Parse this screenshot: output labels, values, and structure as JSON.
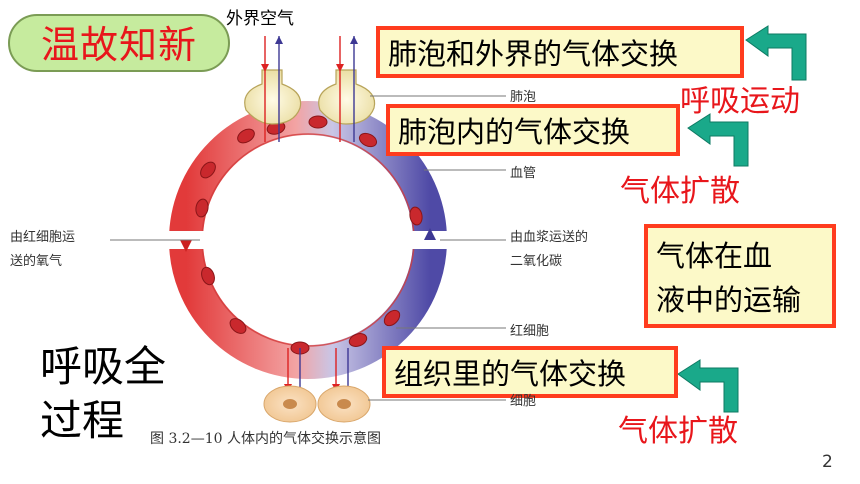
{
  "review_badge": "温故知新",
  "outer_air_label": "外界空气",
  "boxes": {
    "alveoli_exchange": "肺泡和外界的气体交换",
    "inside_alveoli_exchange": "肺泡内的气体交换",
    "blood_transport_line1": "气体在血",
    "blood_transport_line2": "液中的运输",
    "tissue_exchange": "组织里的气体交换"
  },
  "red_labels": {
    "breathing_motion": "呼吸运动",
    "gas_diffusion_1": "气体扩散",
    "gas_diffusion_2": "气体扩散"
  },
  "diagram_labels": {
    "alveolus": "肺泡",
    "blood_vessel": "血管",
    "left_line1": "由红细胞运",
    "left_line2": "送的氧气",
    "right_line1": "由血浆运送的",
    "right_line2": "二氧化碳",
    "red_cell": "红细胞",
    "cell": "细胞",
    "caption": "图 3.2—10   人体内的气体交换示意图"
  },
  "main_title_line1": "呼吸全",
  "main_title_line2": "过程",
  "page_number": "2",
  "colors": {
    "badge_bg": "#c6eb9e",
    "box_border": "#ff3c1e",
    "box_bg": "#fcf9c8",
    "accent_red": "#e8161b",
    "arrow_green": "#1aa98a",
    "oxygenated": "#e84545",
    "deoxygenated": "#6a64b4"
  },
  "icons": [
    "curved-arrow-icon"
  ]
}
